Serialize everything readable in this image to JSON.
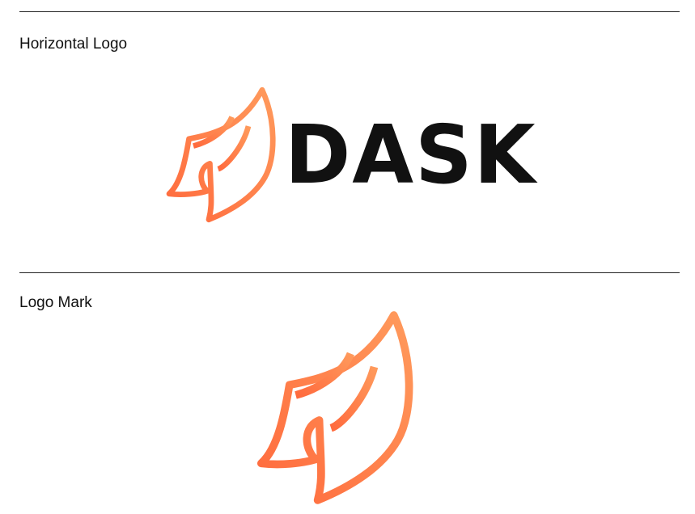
{
  "sections": [
    {
      "label": "Horizontal Logo"
    },
    {
      "label": "Logo Mark"
    }
  ],
  "logo": {
    "wordmark": "DASK",
    "wordmark_color": "#111111",
    "mark_icon": "wing-flame-icon",
    "gradient_start": "#ff6a3d",
    "gradient_end": "#ff9a5c"
  },
  "divider_color": "#222222",
  "background": "#ffffff"
}
